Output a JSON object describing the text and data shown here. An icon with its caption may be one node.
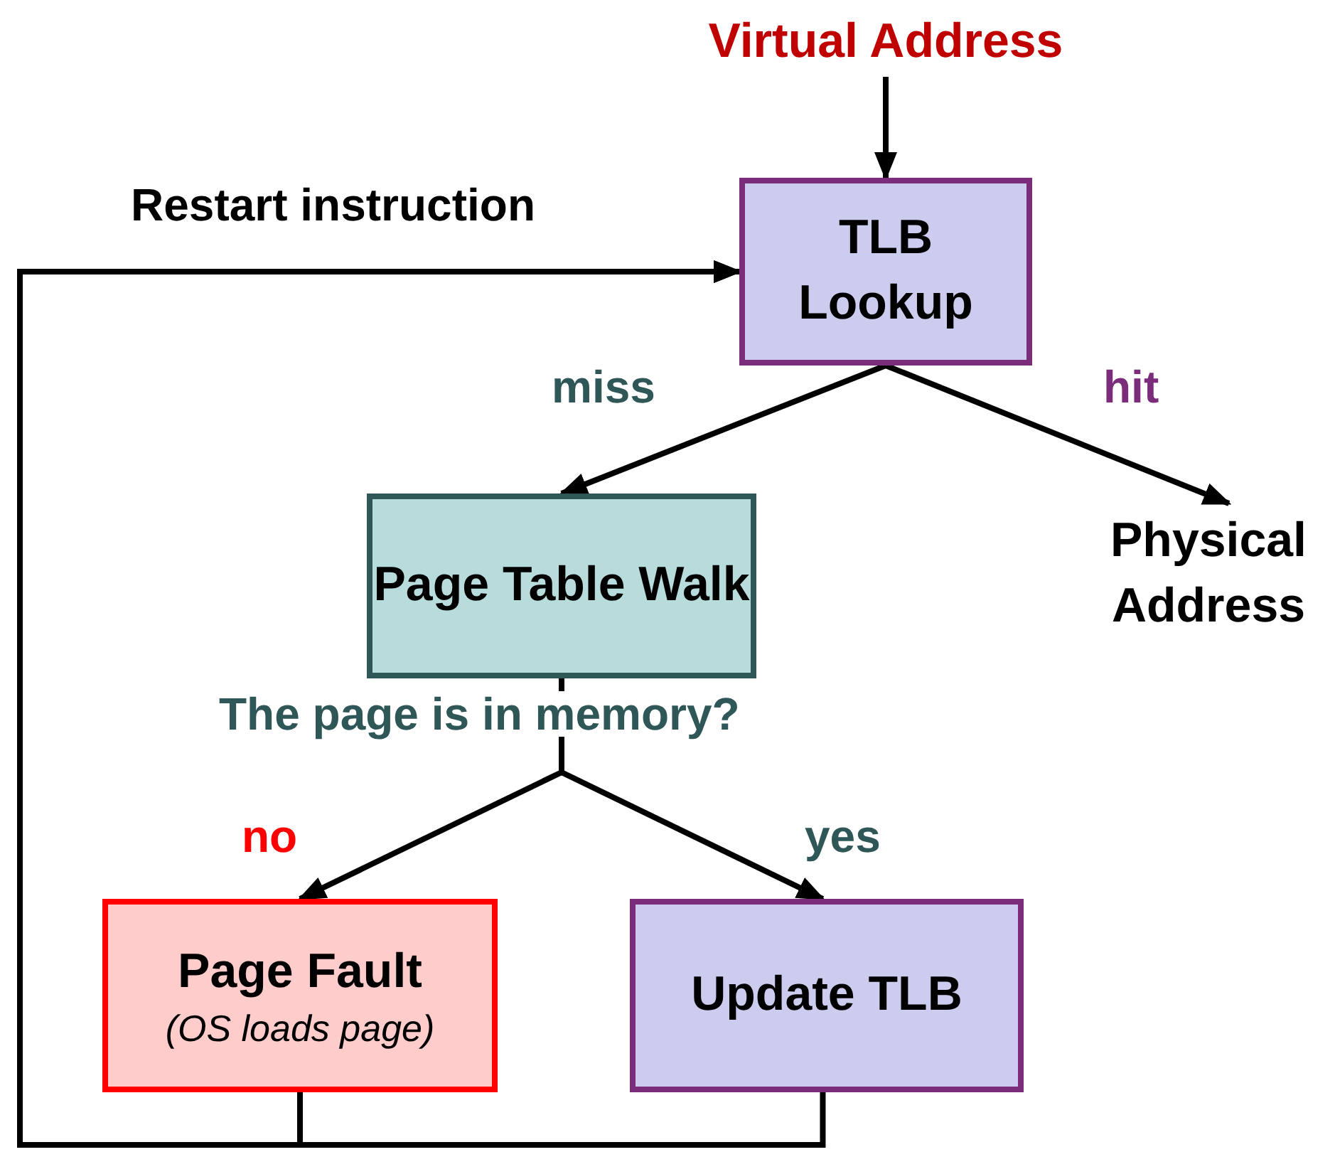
{
  "diagram": {
    "nodes": [
      {
        "text": [
          "Virtual Address"
        ]
      },
      {
        "text": [
          "TLB Lookup"
        ]
      },
      {
        "text": [
          "Page Table Walk"
        ]
      },
      {
        "text": [
          "Physical Address"
        ]
      },
      {
        "text": [
          "Page Fault",
          "(OS loads page)"
        ]
      },
      {
        "text": [
          "Update TLB"
        ]
      }
    ],
    "edges": [
      {
        "from": 0,
        "to": 1,
        "arrow": "to"
      },
      {
        "from": 1,
        "to": 2,
        "arrow": "to",
        "label": "miss"
      },
      {
        "from": 1,
        "to": 3,
        "arrow": "to",
        "label": "hit"
      },
      {
        "from": 2,
        "to": 4,
        "arrow": "to",
        "label": "no"
      },
      {
        "from": 2,
        "to": 5,
        "arrow": "to",
        "label": "yes"
      },
      {
        "from": 4,
        "to": 1,
        "arrow": "to"
      },
      {
        "from": 5,
        "to": 1,
        "arrow": "to"
      }
    ],
    "labels": [
      "Restart instruction",
      "The page is in memory?"
    ]
  }
}
